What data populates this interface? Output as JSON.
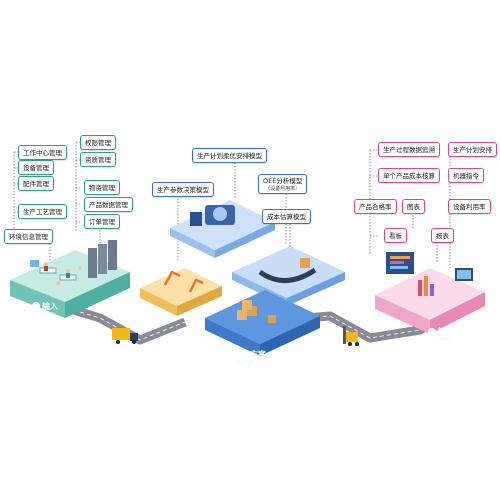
{
  "input_zone": {
    "title": "输入",
    "subtitle": "INPUT",
    "labels": [
      "工作中心管理",
      "设备管理",
      "配件管理",
      "生产工艺管理",
      "环境信息管理",
      "权限管理",
      "资质管理",
      "物资管理",
      "产品数据管理",
      "订单管理"
    ]
  },
  "solution_zone": {
    "title": "解决方案",
    "subtitle": "SOLUTION",
    "labels": [
      "生产计划柔优安排模型",
      "生产参数决策模型",
      "成本估算模型"
    ],
    "oee_label": "OEE分析模型",
    "oee_sub": "（设备利用率）"
  },
  "output_zone": {
    "title": "输出",
    "subtitle": "OUTPUT",
    "labels": [
      "生产过程数据追溯",
      "单个产品成本核算",
      "产品合格率",
      "图表",
      "看板",
      "报表",
      "生产计划安排",
      "机器指令",
      "设备利用率"
    ]
  },
  "colors": {
    "teal": "#2e9b8f",
    "blue": "#3a6fd0",
    "pink": "#d64a8c",
    "input_platform": "#9fd8cf",
    "solution_platform": "#5e97e0",
    "output_platform": "#f3b5d3"
  }
}
